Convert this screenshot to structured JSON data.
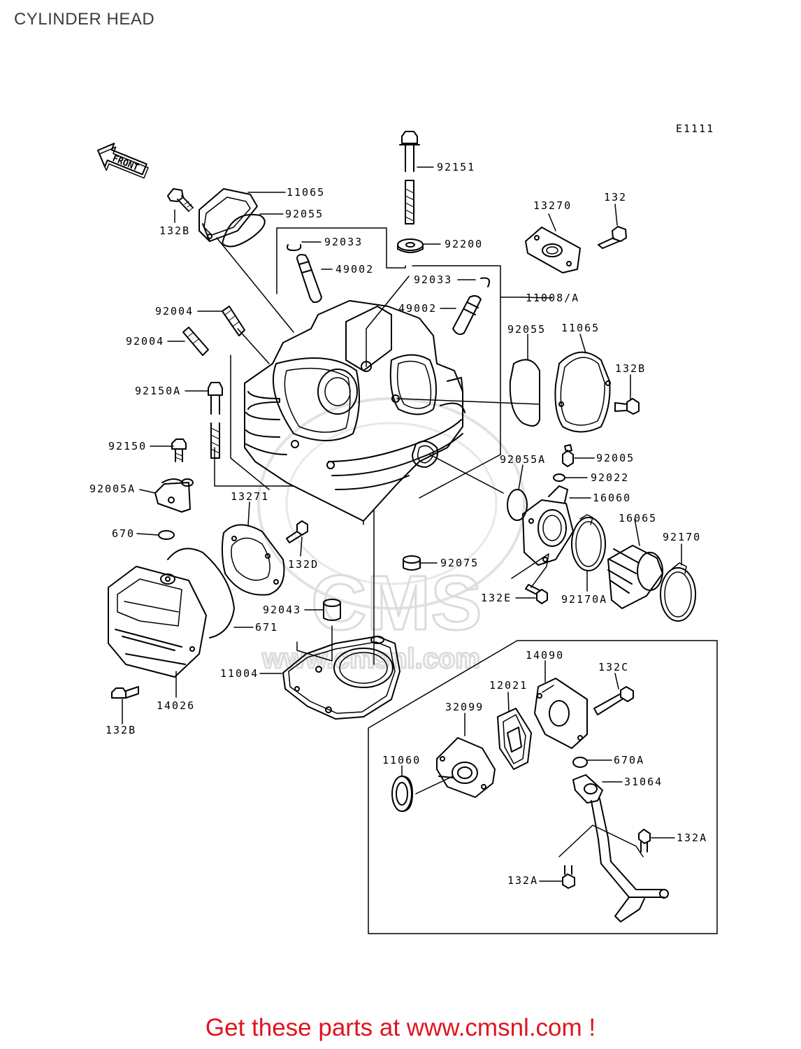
{
  "page": {
    "title": "CYLINDER HEAD",
    "code": "E1111",
    "front_label": "FRONT",
    "footer": "Get these parts at www.cmsnl.com !",
    "watermark": "CMS",
    "watermark_url": "www.cmsnl.com",
    "footer_color": "#e0141e"
  },
  "labels": [
    "92151",
    "11065",
    "92055",
    "132B",
    "92200",
    "13270",
    "132",
    "92033",
    "49002",
    "92033",
    "11008/A",
    "49002",
    "92004",
    "92004",
    "92055",
    "11065",
    "132B",
    "92150A",
    "92150",
    "92005",
    "92005A",
    "92022",
    "92055A",
    "16060",
    "13271",
    "16065",
    "92170",
    "670",
    "132D",
    "92075",
    "132E",
    "92170A",
    "92043",
    "671",
    "11004",
    "14090",
    "132C",
    "12021",
    "32099",
    "14026",
    "132B",
    "11060",
    "670A",
    "31064",
    "132A",
    "132A"
  ]
}
